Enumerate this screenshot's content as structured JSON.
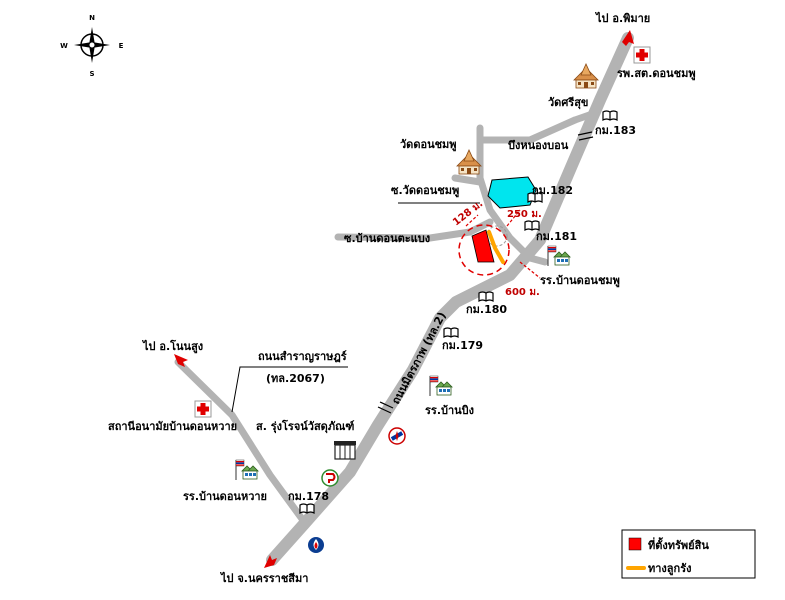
{
  "compass": {
    "n": "N",
    "s": "S",
    "e": "E",
    "w": "W"
  },
  "destinations": {
    "phimai": "ไป อ.พิมาย",
    "nonsung": "ไป อ.โนนสูง",
    "korat": "ไป จ.นครราชสีมา"
  },
  "roads": {
    "main_road": "ถนนมิตรภาพ (ทล.2)",
    "side_road": "ถนนสำราญราษฎร์",
    "side_road_code": "(ทล.2067)",
    "soi_wat": "ซ.วัดดอนชมพู",
    "soi_ban": "ซ.บ้านดอนตะแบง"
  },
  "landmarks": {
    "hospital_top": "รพ.สต.ดอนชมพู",
    "wat_sri_suk": "วัดศรีสุข",
    "wat_don_chomphu": "วัดดอนชมพู",
    "pond": "บึงหนองบอน",
    "school_don_chomphu": "รร.บ้านดอนชมพู",
    "school_ban_bing": "รร.บ้านบิง",
    "shop": "ส. รุ่งโรจน์วัสดุภัณฑ์",
    "health_station": "สถานีอนามัยบ้านดอนหวาย",
    "school_don_wai": "รร.บ้านดอนหวาย"
  },
  "km_markers": [
    "กม.183",
    "กม.182",
    "กม.181",
    "กม.180",
    "กม.179",
    "กม.178"
  ],
  "distances": {
    "d128": "128 ม.",
    "d250": "250 ม.",
    "d600": "600 ม."
  },
  "legend": {
    "property": "ที่ตั้งทรัพย์สิน",
    "driveway": "ทางลูกรัง"
  },
  "colors": {
    "road": "#b3b3b3",
    "property": "#ff0000",
    "driveway": "#ffa500",
    "pond": "#00e5ee",
    "arrow": "#e00000"
  }
}
